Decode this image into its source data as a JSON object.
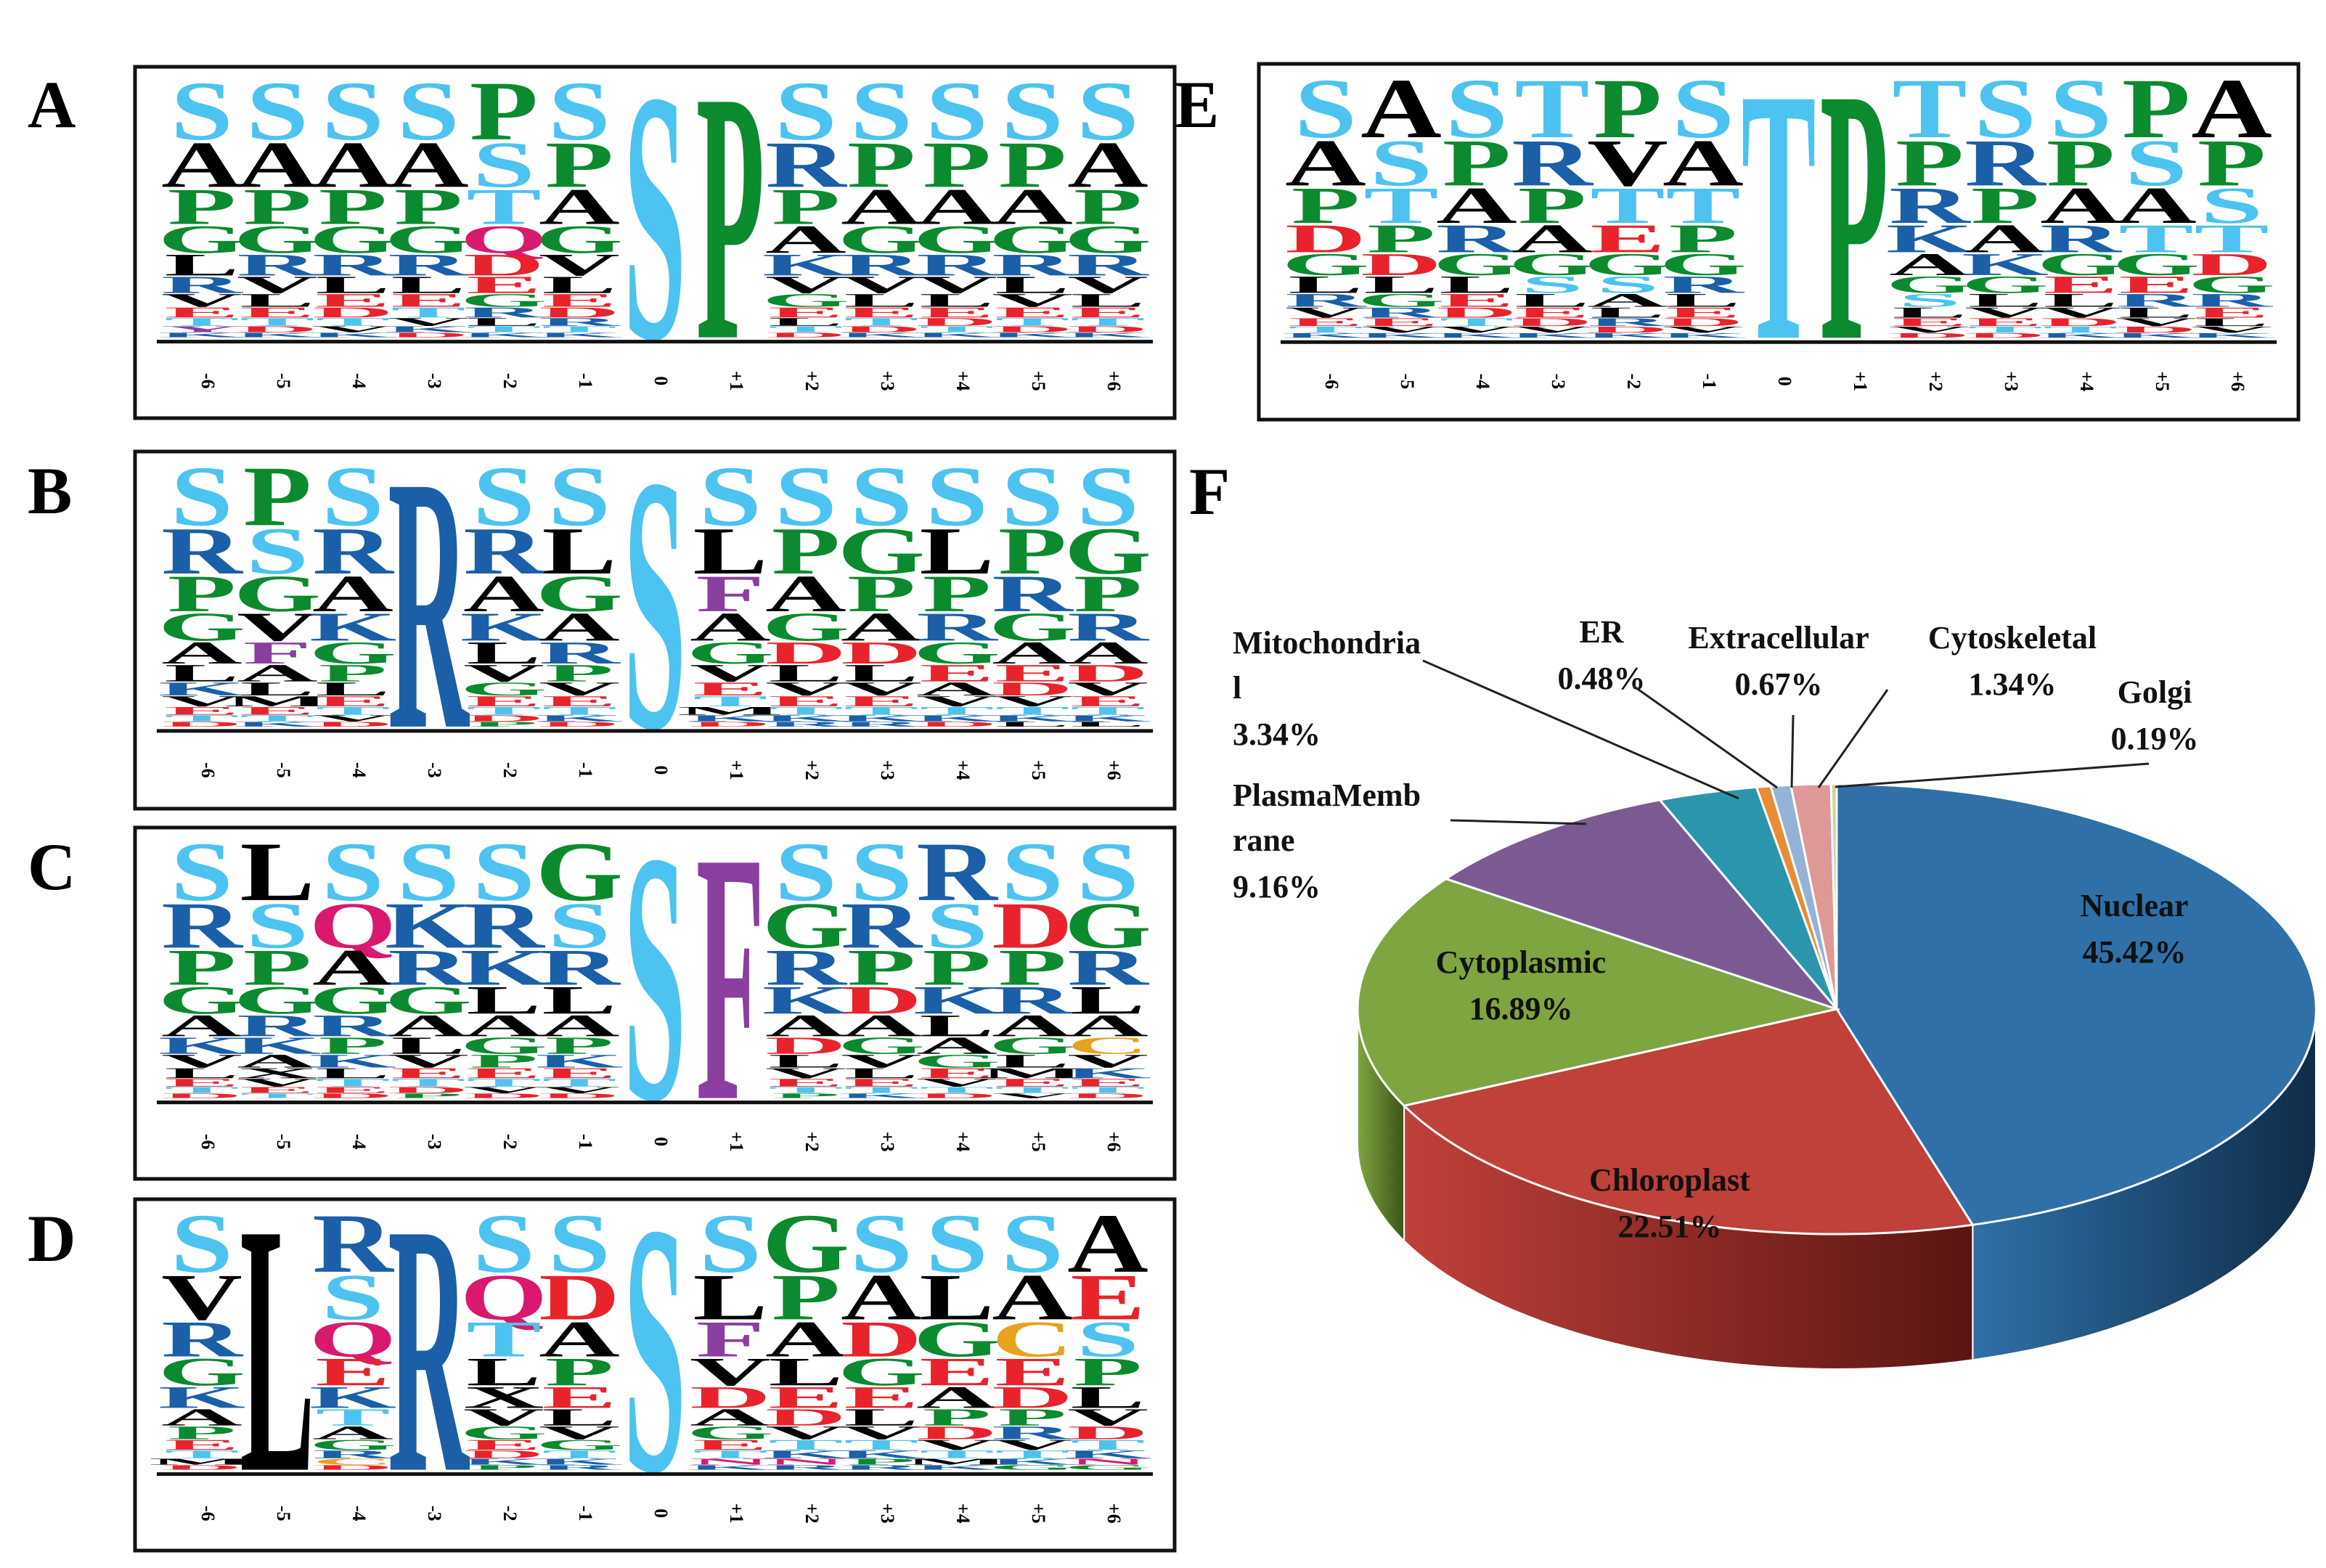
{
  "panels": [
    {
      "letter": "A",
      "positions": [
        "-6",
        "-5",
        "-4",
        "-3",
        "-2",
        "-1",
        "0",
        "+1",
        "+2",
        "+3",
        "+4",
        "+5",
        "+6"
      ],
      "motif": [
        "S",
        "P"
      ],
      "central_index": 6,
      "columns": [
        [
          "S",
          "A",
          "P",
          "G",
          "L",
          "R",
          "V",
          "E",
          "T",
          "Y",
          "K"
        ],
        [
          "S",
          "A",
          "P",
          "G",
          "R",
          "V",
          "L",
          "E",
          "T",
          "D",
          "K"
        ],
        [
          "S",
          "A",
          "P",
          "G",
          "R",
          "L",
          "E",
          "D",
          "T",
          "V",
          "K"
        ],
        [
          "S",
          "A",
          "P",
          "G",
          "R",
          "L",
          "E",
          "T",
          "V",
          "K",
          "D"
        ],
        [
          "P",
          "S",
          "T",
          "Q",
          "D",
          "E",
          "G",
          "R",
          "L",
          "T",
          "K"
        ],
        [
          "S",
          "P",
          "A",
          "G",
          "V",
          "L",
          "E",
          "D",
          "R",
          "T",
          "K"
        ],
        [
          "S"
        ],
        [
          "P"
        ],
        [
          "S",
          "R",
          "P",
          "A",
          "K",
          "V",
          "G",
          "E",
          "L",
          "T",
          "D"
        ],
        [
          "S",
          "P",
          "A",
          "G",
          "R",
          "V",
          "L",
          "E",
          "T",
          "D",
          "K"
        ],
        [
          "S",
          "P",
          "A",
          "G",
          "R",
          "V",
          "L",
          "E",
          "D",
          "T",
          "K"
        ],
        [
          "S",
          "P",
          "A",
          "G",
          "R",
          "L",
          "V",
          "E",
          "T",
          "D",
          "K"
        ],
        [
          "S",
          "A",
          "P",
          "G",
          "R",
          "V",
          "L",
          "E",
          "T",
          "D",
          "K"
        ]
      ]
    },
    {
      "letter": "B",
      "positions": [
        "-6",
        "-5",
        "-4",
        "-3",
        "-2",
        "-1",
        "0",
        "+1",
        "+2",
        "+3",
        "+4",
        "+5",
        "+6"
      ],
      "motif": [
        "R",
        "S"
      ],
      "central_index": 3,
      "columns": [
        [
          "S",
          "R",
          "P",
          "G",
          "A",
          "L",
          "K",
          "V",
          "E",
          "T",
          "D"
        ],
        [
          "P",
          "S",
          "G",
          "V",
          "F",
          "A",
          "L",
          "M",
          "E",
          "T",
          "K"
        ],
        [
          "S",
          "R",
          "A",
          "K",
          "G",
          "P",
          "L",
          "E",
          "T",
          "V",
          "D"
        ],
        [
          "R"
        ],
        [
          "S",
          "R",
          "A",
          "K",
          "L",
          "V",
          "G",
          "E",
          "T",
          "D",
          "P"
        ],
        [
          "S",
          "L",
          "G",
          "A",
          "R",
          "P",
          "V",
          "E",
          "T",
          "K",
          "D"
        ],
        [
          "S"
        ],
        [
          "S",
          "L",
          "F",
          "A",
          "G",
          "V",
          "E",
          "T",
          "M",
          "K",
          "D"
        ],
        [
          "S",
          "P",
          "A",
          "G",
          "D",
          "L",
          "V",
          "E",
          "T",
          "K",
          "R"
        ],
        [
          "S",
          "G",
          "P",
          "A",
          "D",
          "L",
          "V",
          "E",
          "T",
          "K",
          "R"
        ],
        [
          "S",
          "L",
          "P",
          "R",
          "G",
          "E",
          "A",
          "V",
          "T",
          "K",
          "D"
        ],
        [
          "S",
          "P",
          "R",
          "G",
          "A",
          "E",
          "D",
          "V",
          "T",
          "K",
          "L"
        ],
        [
          "S",
          "G",
          "P",
          "R",
          "A",
          "D",
          "V",
          "E",
          "T",
          "K",
          "L"
        ]
      ]
    },
    {
      "letter": "C",
      "positions": [
        "-6",
        "-5",
        "-4",
        "-3",
        "-2",
        "-1",
        "0",
        "+1",
        "+2",
        "+3",
        "+4",
        "+5",
        "+6"
      ],
      "motif": [
        "S",
        "F"
      ],
      "central_index": 6,
      "columns": [
        [
          "S",
          "R",
          "P",
          "G",
          "A",
          "K",
          "V",
          "L",
          "E",
          "T",
          "D"
        ],
        [
          "L",
          "S",
          "P",
          "G",
          "R",
          "K",
          "A",
          "X",
          "V",
          "E",
          "T"
        ],
        [
          "S",
          "Q",
          "A",
          "G",
          "R",
          "P",
          "K",
          "L",
          "T",
          "E",
          "D"
        ],
        [
          "S",
          "K",
          "R",
          "G",
          "A",
          "L",
          "V",
          "E",
          "T",
          "D",
          "P"
        ],
        [
          "S",
          "R",
          "K",
          "L",
          "A",
          "G",
          "P",
          "E",
          "T",
          "V",
          "D"
        ],
        [
          "G",
          "S",
          "R",
          "L",
          "A",
          "P",
          "K",
          "E",
          "T",
          "V",
          "D"
        ],
        [
          "S"
        ],
        [
          "F"
        ],
        [
          "S",
          "G",
          "R",
          "K",
          "A",
          "D",
          "L",
          "V",
          "E",
          "T",
          "P"
        ],
        [
          "S",
          "R",
          "P",
          "D",
          "A",
          "G",
          "V",
          "L",
          "E",
          "T",
          "K"
        ],
        [
          "R",
          "S",
          "P",
          "K",
          "L",
          "A",
          "G",
          "E",
          "V",
          "T",
          "D"
        ],
        [
          "S",
          "D",
          "P",
          "R",
          "A",
          "G",
          "L",
          "M",
          "E",
          "T",
          "V"
        ],
        [
          "S",
          "G",
          "R",
          "L",
          "A",
          "C",
          "V",
          "K",
          "E",
          "T",
          "D"
        ]
      ]
    },
    {
      "letter": "D",
      "positions": [
        "-6",
        "-5",
        "-4",
        "-3",
        "-2",
        "-1",
        "0",
        "+1",
        "+2",
        "+3",
        "+4",
        "+5",
        "+6"
      ],
      "motif": [
        "L",
        "R",
        "S"
      ],
      "central_index": 1,
      "columns": [
        [
          "S",
          "V",
          "R",
          "G",
          "K",
          "A",
          "P",
          "E",
          "T",
          "M",
          "D"
        ],
        [
          "L"
        ],
        [
          "R",
          "S",
          "Q",
          "E",
          "K",
          "T",
          "A",
          "G",
          "R",
          "C",
          "D"
        ],
        [
          "R"
        ],
        [
          "S",
          "Q",
          "T",
          "L",
          "X",
          "V",
          "G",
          "E",
          "D",
          "K",
          "P"
        ],
        [
          "S",
          "D",
          "A",
          "P",
          "E",
          "L",
          "V",
          "G",
          "T",
          "K",
          "R"
        ],
        [
          "S"
        ],
        [
          "S",
          "L",
          "F",
          "V",
          "D",
          "A",
          "G",
          "E",
          "T",
          "N",
          "K"
        ],
        [
          "G",
          "P",
          "A",
          "L",
          "E",
          "D",
          "V",
          "T",
          "K",
          "N",
          "R"
        ],
        [
          "S",
          "A",
          "D",
          "G",
          "E",
          "L",
          "V",
          "T",
          "K",
          "P",
          "R"
        ],
        [
          "S",
          "L",
          "G",
          "E",
          "A",
          "P",
          "D",
          "V",
          "T",
          "M",
          "K"
        ],
        [
          "S",
          "A",
          "C",
          "E",
          "D",
          "P",
          "R",
          "V",
          "T",
          "K",
          "G"
        ],
        [
          "A",
          "E",
          "S",
          "P",
          "L",
          "V",
          "D",
          "T",
          "K",
          "N",
          "G"
        ]
      ]
    },
    {
      "letter": "E",
      "positions": [
        "-6",
        "-5",
        "-4",
        "-3",
        "-2",
        "-1",
        "0",
        "+1",
        "+2",
        "+3",
        "+4",
        "+5",
        "+6"
      ],
      "motif": [
        "T",
        "P"
      ],
      "central_index": 6,
      "columns": [
        [
          "S",
          "A",
          "P",
          "D",
          "G",
          "L",
          "R",
          "V",
          "E",
          "T",
          "K"
        ],
        [
          "A",
          "S",
          "T",
          "P",
          "D",
          "L",
          "G",
          "R",
          "E",
          "V",
          "K"
        ],
        [
          "S",
          "P",
          "A",
          "R",
          "G",
          "L",
          "E",
          "D",
          "T",
          "V",
          "K"
        ],
        [
          "T",
          "R",
          "P",
          "A",
          "G",
          "S",
          "L",
          "E",
          "D",
          "V",
          "K"
        ],
        [
          "P",
          "V",
          "T",
          "E",
          "G",
          "S",
          "A",
          "L",
          "R",
          "D",
          "K"
        ],
        [
          "S",
          "A",
          "T",
          "P",
          "G",
          "R",
          "L",
          "E",
          "D",
          "V",
          "K"
        ],
        [
          "T"
        ],
        [
          "P"
        ],
        [
          "T",
          "P",
          "R",
          "K",
          "A",
          "G",
          "S",
          "L",
          "E",
          "V",
          "D"
        ],
        [
          "S",
          "R",
          "P",
          "A",
          "K",
          "G",
          "L",
          "V",
          "E",
          "T",
          "D"
        ],
        [
          "S",
          "P",
          "A",
          "R",
          "G",
          "E",
          "L",
          "V",
          "D",
          "T",
          "K"
        ],
        [
          "P",
          "S",
          "A",
          "T",
          "G",
          "E",
          "R",
          "L",
          "V",
          "D",
          "K"
        ],
        [
          "A",
          "P",
          "S",
          "T",
          "D",
          "G",
          "R",
          "E",
          "L",
          "V",
          "K"
        ]
      ]
    }
  ],
  "pie": {
    "letter": "F",
    "slices": [
      {
        "name": "Nuclear",
        "pct": "45.42%",
        "value": 45.42,
        "color": "#2f70a8",
        "dark": "#0f2c48"
      },
      {
        "name": "Chloroplast",
        "pct": "22.51%",
        "value": 22.51,
        "color": "#c0403a",
        "dark": "#5a1512"
      },
      {
        "name": "Cytoplasmic",
        "pct": "16.89%",
        "value": 16.89,
        "color": "#7fa540",
        "dark": "#3d5418"
      },
      {
        "name": "PlasmaMembrane",
        "label_lines": [
          "PlasmaMemb",
          "rane"
        ],
        "pct": "9.16%",
        "value": 9.16,
        "color": "#7b5a94",
        "dark": "#3c2a4a"
      },
      {
        "name": "Mitochondrial",
        "label_lines": [
          "Mitochondria",
          "l"
        ],
        "pct": "3.34%",
        "value": 3.34,
        "color": "#2a95ad",
        "dark": "#10495a"
      },
      {
        "name": "ER",
        "pct": "0.48%",
        "value": 0.48,
        "color": "#e98c34",
        "dark": "#7a4514"
      },
      {
        "name": "Extracellular",
        "pct": "0.67%",
        "value": 0.67,
        "color": "#94b2d8",
        "dark": "#4a5c74"
      },
      {
        "name": "Cytoskeletal",
        "pct": "1.34%",
        "value": 1.34,
        "color": "#de9896",
        "dark": "#7a4846"
      },
      {
        "name": "Golgi",
        "pct": "0.19%",
        "value": 0.19,
        "color": "#c7d89a",
        "dark": "#6a744a"
      }
    ]
  },
  "aa_colors": {
    "S": "#4cc3f0",
    "T": "#4cc3f0",
    "P": "#0b8a2e",
    "G": "#0b8a2e",
    "A": "#000000",
    "V": "#000000",
    "L": "#000000",
    "M": "#000000",
    "I": "#000000",
    "X": "#000000",
    "R": "#1a5fa8",
    "K": "#1a5fa8",
    "H": "#1a5fa8",
    "D": "#e8232b",
    "E": "#e8232b",
    "Q": "#d9196e",
    "N": "#d9196e",
    "F": "#8a3fa0",
    "Y": "#8a3fa0",
    "W": "#8a3fa0",
    "C": "#e8a31c"
  }
}
